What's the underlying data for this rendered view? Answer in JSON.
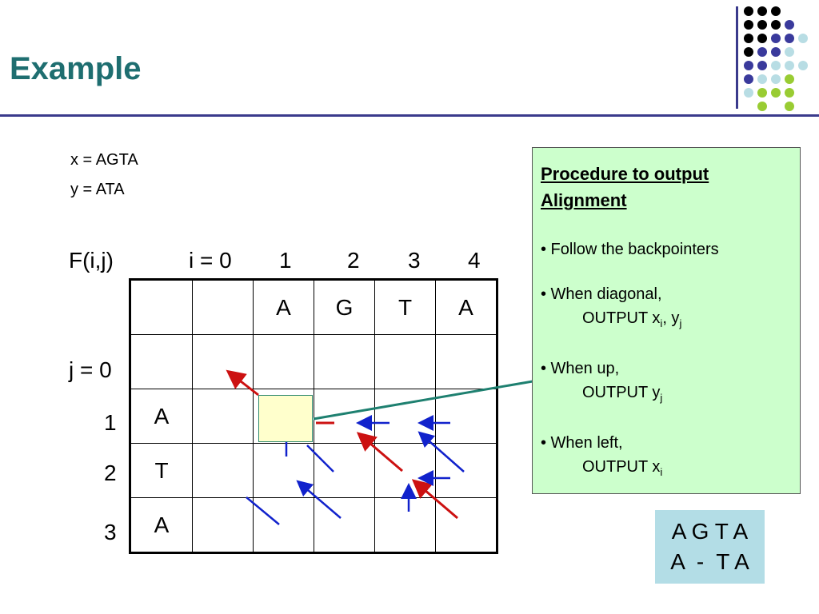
{
  "title": "Example",
  "sequences": {
    "x": "x = AGTA",
    "y": "y = ATA"
  },
  "table": {
    "f_label": "F(i,j)",
    "col_indices": [
      "i = 0",
      "1",
      "2",
      "3",
      "4"
    ],
    "row_indices": [
      "j = 0",
      "1",
      "2",
      "3"
    ],
    "top_letters": [
      "A",
      "G",
      "T",
      "A"
    ],
    "side_letters": [
      "A",
      "T",
      "A"
    ]
  },
  "procedure": {
    "title_line1": "Procedure to output ",
    "title_line2": "Alignment",
    "b1": "• Follow the backpointers",
    "b2": "• When diagonal,",
    "b2_out": "OUTPUT x",
    "b2_sub1": "i",
    "b2_mid": ", y",
    "b2_sub2": "j",
    "b3": "• When up,",
    "b3_out": "OUTPUT y",
    "b3_sub": "j",
    "b4": "• When left,",
    "b4_out": "OUTPUT x",
    "b4_sub": "i"
  },
  "alignment": {
    "line1": "A G T A",
    "line2": "A  -  T A"
  },
  "colors": {
    "title": "#1e6e70",
    "rule": "#3a3a8c",
    "path_arrow": "#cc1111",
    "other_arrow": "#1122cc",
    "connector": "#1e8070",
    "procedure_bg": "#ccffcc",
    "result_bg": "#b3dde6"
  }
}
